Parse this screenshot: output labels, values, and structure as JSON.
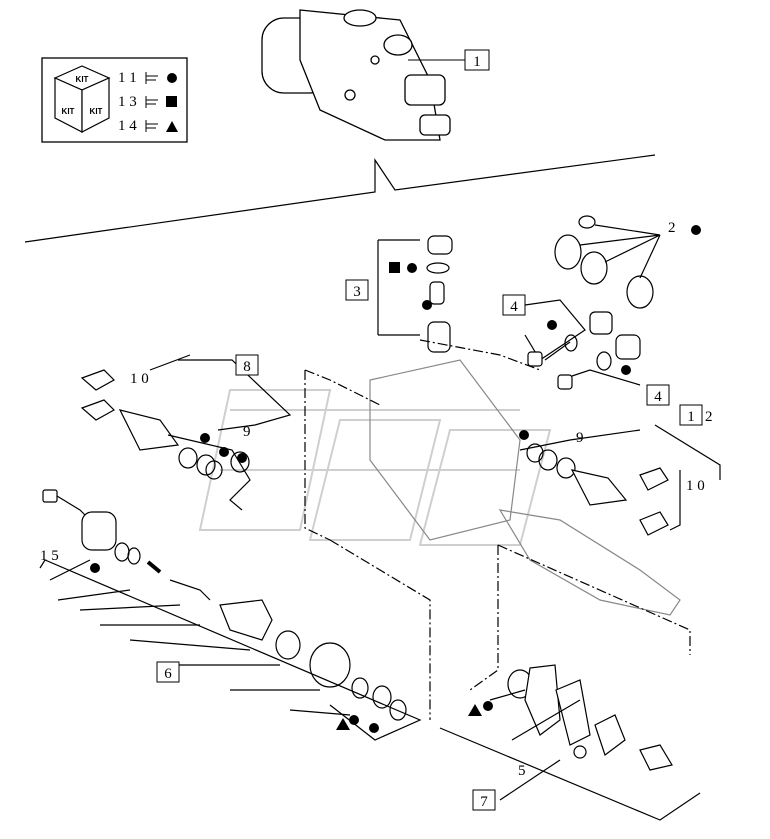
{
  "kit_legend": {
    "word": "KIT",
    "rows": [
      {
        "code": "1 1",
        "symbol": "circle"
      },
      {
        "code": "1 3",
        "symbol": "square"
      },
      {
        "code": "1 4",
        "symbol": "triangle"
      }
    ]
  },
  "callouts": {
    "c1": "1",
    "c2": "2",
    "c3": "3",
    "c4a": "4",
    "c4b": "4",
    "c5": "5",
    "c6": "6",
    "c7": "7",
    "c8": "8",
    "c9a": "9",
    "c9b": "9",
    "c10a": "1 0",
    "c10b": "1 0",
    "c12_box": "1",
    "c12_text": "2",
    "c15": "1 5"
  },
  "colors": {
    "ink": "#000000",
    "watermark": "#cfcfcf",
    "paper": "#ffffff"
  }
}
